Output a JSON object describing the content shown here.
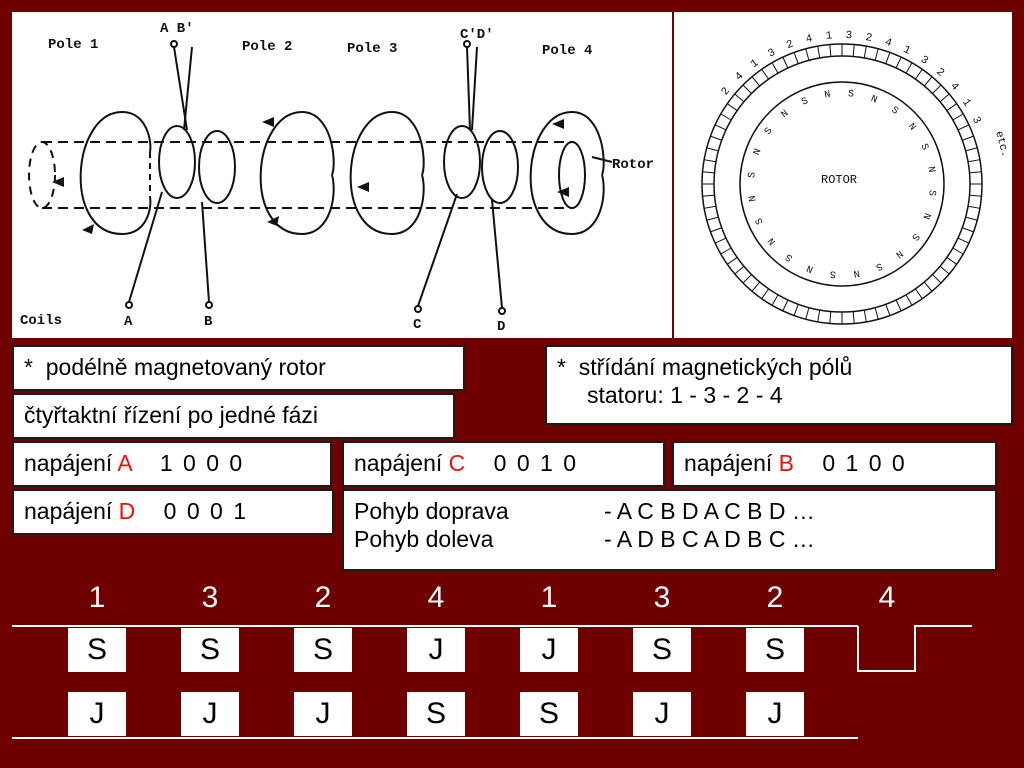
{
  "motor_diagram": {
    "pole_labels": [
      "Pole 1",
      "Pole 2",
      "Pole 3",
      "Pole 4"
    ],
    "top_terminals": [
      "A B'",
      "C'D'"
    ],
    "bottom_terminals": [
      "A",
      "B",
      "C",
      "D"
    ],
    "coils_label": "Coils",
    "rotor_label": "Rotor"
  },
  "rotor_diagram": {
    "center_label": "ROTOR",
    "outer_numbers": [
      "2",
      "4",
      "1",
      "3",
      "2",
      "4",
      "1",
      "3",
      "2",
      "4",
      "1",
      "3",
      "2",
      "4",
      "1",
      "3"
    ],
    "etc_label": "etc.",
    "poles": [
      "S",
      "N",
      "S",
      "N",
      "S",
      "N",
      "S",
      "N",
      "S",
      "N",
      "S",
      "N",
      "S",
      "N",
      "S",
      "N",
      "S",
      "N",
      "S",
      "N",
      "S",
      "N",
      "S",
      "N"
    ]
  },
  "info": {
    "bullet": "*",
    "rotor_text": "podélně magnetovaný rotor",
    "control_text": "čtyřtaktní řízení po jedné fázi",
    "stator_text_line1": "střídání magnetických pólů",
    "stator_text_line2": "statoru: 1 - 3 - 2 - 4",
    "supply_word": "napájení",
    "supply_A": {
      "letter": "A",
      "bits": "1 0 0 0"
    },
    "supply_C": {
      "letter": "C",
      "bits": "0 0 1 0"
    },
    "supply_B": {
      "letter": "B",
      "bits": "0 1 0 0"
    },
    "supply_D": {
      "letter": "D",
      "bits": "0 0 0 1"
    },
    "move_right_label": "Pohyb doprava",
    "move_right_seq": "- A C B D A C B D …",
    "move_left_label": "Pohyb doleva",
    "move_left_seq": "- A D B C A D B C …"
  },
  "sequence": {
    "numbers": [
      "1",
      "3",
      "2",
      "4",
      "1",
      "3",
      "2",
      "4"
    ],
    "top_row": [
      "S",
      "S",
      "S",
      "J",
      "J",
      "S",
      "S"
    ],
    "bottom_row": [
      "J",
      "J",
      "J",
      "S",
      "S",
      "J",
      "J"
    ]
  },
  "colors": {
    "background": "#6e0000",
    "highlight": "#e8120c"
  }
}
